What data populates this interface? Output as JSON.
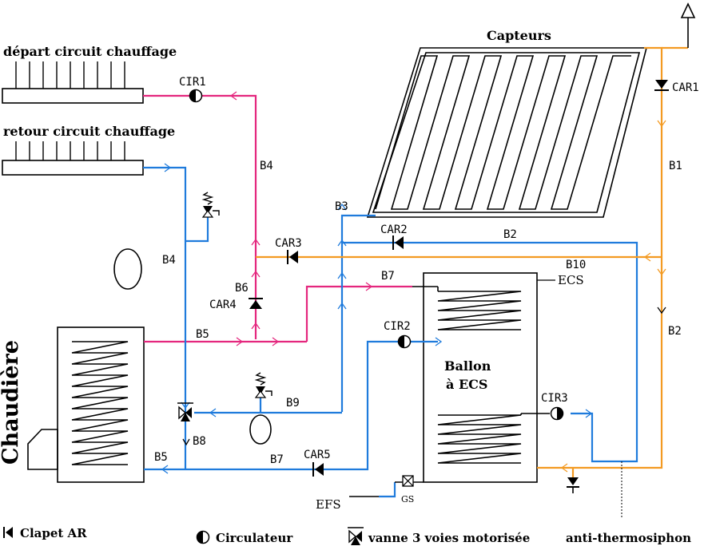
{
  "colors": {
    "hot": "#e4277e",
    "cold": "#1f7bdc",
    "solar": "#f39a22",
    "ink": "#000000"
  },
  "labels": {
    "depart": "départ circuit chauffage",
    "retour": "retour circuit chauffage",
    "capteurs": "Capteurs",
    "chaudiere": "Chaudière",
    "ballon_line1": "Ballon",
    "ballon_line2": "à ECS",
    "ecs": "ECS",
    "efs": "EFS",
    "gs": "GS",
    "cir1": "CIR1",
    "cir2": "CIR2",
    "cir3": "CIR3",
    "car1": "CAR1",
    "car2": "CAR2",
    "car3": "CAR3",
    "car4": "CAR4",
    "car5": "CAR5",
    "b1": "B1",
    "b2_top": "B2",
    "b2_right": "B2",
    "b3": "B3",
    "b4_mid": "B4",
    "b4_left": "B4",
    "b5_top": "B5",
    "b5_bottom": "B5",
    "b6": "B6",
    "b7_top": "B7",
    "b7_bottom": "B7",
    "b8": "B8",
    "b9": "B9",
    "b10": "B10"
  },
  "legend": {
    "clapet": "Clapet AR",
    "circulateur": "Circulateur",
    "vanne": "vanne 3 voies motorisée",
    "anti": "anti-thermosiphon"
  },
  "icons": {
    "check_valve": "check-valve-icon",
    "circulator": "circulator-icon",
    "three_way_valve": "three-way-valve-icon",
    "safety_valve": "safety-valve-icon",
    "expansion_vessel": "expansion-vessel-icon",
    "vent": "vent-icon"
  }
}
